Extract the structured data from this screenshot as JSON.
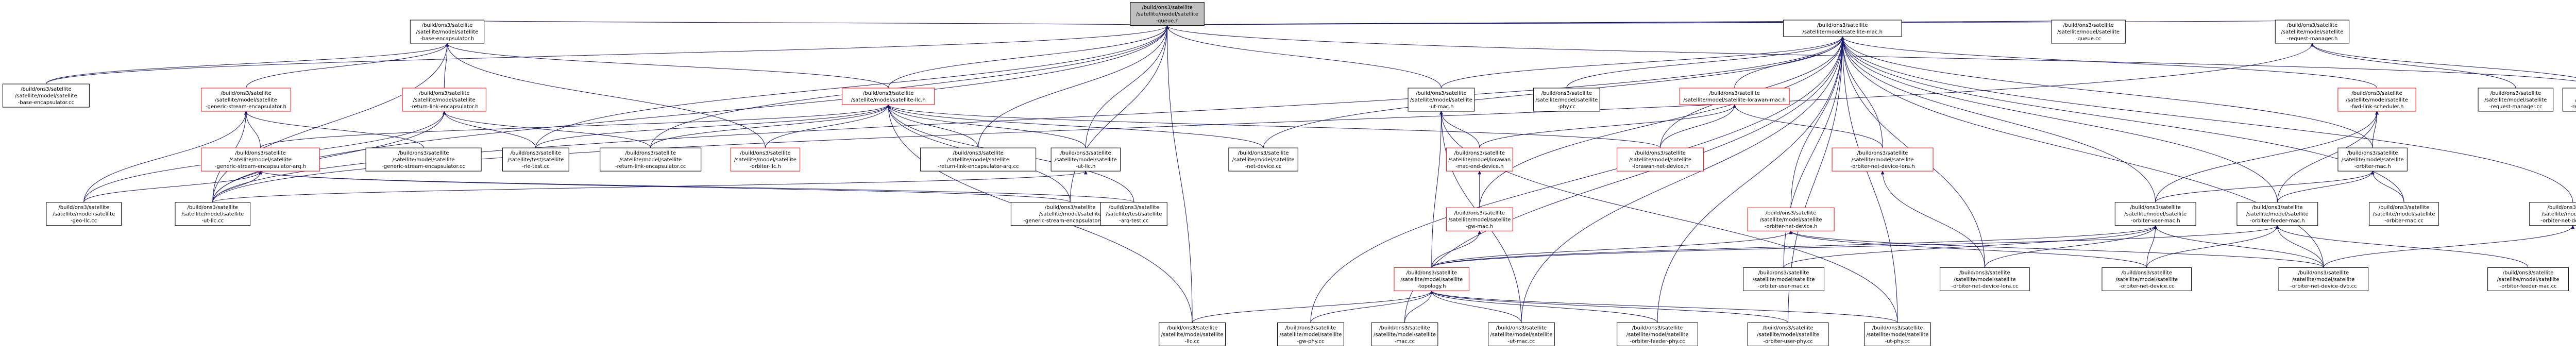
{
  "graph": {
    "colors": {
      "edge": "#191970",
      "root_fill": "#bfbfbf",
      "fill": "#ffffff",
      "border_black": "#000000",
      "border_red": "#ff0000"
    },
    "nodes": [
      {
        "id": "root",
        "lines": [
          "/build/ons3/satellite",
          "/satellite/model/satellite",
          "-queue.h"
        ],
        "root": true
      },
      {
        "id": "encap",
        "lines": [
          "/build/ons3/satellite",
          "/satellite/model/satellite",
          "-base-encapsulator.h"
        ]
      },
      {
        "id": "mac",
        "lines": [
          "/build/ons3/satellite",
          "/satellite/model/satellite-mac.h"
        ]
      },
      {
        "id": "queuecc",
        "lines": [
          "/build/ons3/satellite",
          "/satellite/model/satellite",
          "-queue.cc"
        ]
      },
      {
        "id": "reqmgr",
        "lines": [
          "/build/ons3/satellite",
          "/satellite/model/satellite",
          "-request-manager.h"
        ]
      },
      {
        "id": "encapcc",
        "lines": [
          "/build/ons3/satellite",
          "/satellite/model/satellite",
          "-base-encapsulator.cc"
        ]
      },
      {
        "id": "gsencap",
        "lines": [
          "/build/ons3/satellite",
          "/satellite/model/satellite",
          "-generic-stream-encapsulator.h"
        ],
        "red": true
      },
      {
        "id": "rlencap",
        "lines": [
          "/build/ons3/satellite",
          "/satellite/model/satellite",
          "-return-link-encapsulator.h"
        ],
        "red": true
      },
      {
        "id": "llc",
        "lines": [
          "/build/ons3/satellite",
          "/satellite/model/satellite-llc.h"
        ],
        "red": true
      },
      {
        "id": "utmac",
        "lines": [
          "/build/ons3/satellite",
          "/satellite/model/satellite",
          "-ut-mac.h"
        ]
      },
      {
        "id": "phycc",
        "lines": [
          "/build/ons3/satellite",
          "/satellite/model/satellite",
          "-phy.cc"
        ]
      },
      {
        "id": "lmac",
        "lines": [
          "/build/ons3/satellite",
          "/satellite/model/satellite-lorawan-mac.h"
        ],
        "red": true
      },
      {
        "id": "fwdsched",
        "lines": [
          "/build/ons3/satellite",
          "/satellite/model/satellite",
          "-fwd-link-scheduler.h"
        ],
        "red": true
      },
      {
        "id": "reqmgrcc",
        "lines": [
          "/build/ons3/satellite",
          "/satellite/model/satellite",
          "-request-manager.cc"
        ]
      },
      {
        "id": "reqtestcc",
        "lines": [
          "/build/ons3/satellite",
          "/satellite/test/satellite",
          "-request-manager-test.cc"
        ]
      },
      {
        "id": "gsencarq",
        "lines": [
          "/build/ons3/satellite",
          "/satellite/model/satellite",
          "-generic-stream-encapsulator-arq.h"
        ],
        "red": true
      },
      {
        "id": "gsenccc",
        "lines": [
          "/build/ons3/satellite",
          "/satellite/model/satellite",
          "-generic-stream-encapsulator.cc"
        ]
      },
      {
        "id": "rletestcc",
        "lines": [
          "/build/ons3/satellite",
          "/satellite/test/satellite",
          "-rle-test.cc"
        ]
      },
      {
        "id": "rlenccc",
        "lines": [
          "/build/ons3/satellite",
          "/satellite/model/satellite",
          "-return-link-encapsulator.cc"
        ]
      },
      {
        "id": "orbllc",
        "lines": [
          "/build/ons3/satellite",
          "/satellite/model/satellite",
          "-orbiter-llc.h"
        ],
        "red": true
      },
      {
        "id": "rlencarqcc",
        "lines": [
          "/build/ons3/satellite",
          "/satellite/model/satellite",
          "-return-link-encapsulator-arq.cc"
        ]
      },
      {
        "id": "utllc",
        "lines": [
          "/build/ons3/satellite",
          "/satellite/model/satellite",
          "-ut-llc.h"
        ]
      },
      {
        "id": "netdevcc",
        "lines": [
          "/build/ons3/satellite",
          "/satellite/model/satellite",
          "-net-device.cc"
        ]
      },
      {
        "id": "lendmac",
        "lines": [
          "/build/ons3/satellite",
          "/satellite/model/lorawan",
          "-mac-end-device.h"
        ],
        "red": true
      },
      {
        "id": "lnetdev",
        "lines": [
          "/build/ons3/satellite",
          "/satellite/model/satellite",
          "-lorawan-net-device.h"
        ],
        "red": true
      },
      {
        "id": "onetlora",
        "lines": [
          "/build/ons3/satellite",
          "/satellite/model/satellite",
          "-orbiter-net-device-lora.h"
        ],
        "red": true
      },
      {
        "id": "orbmac",
        "lines": [
          "/build/ons3/satellite",
          "/satellite/model/satellite",
          "-orbiter-mac.h"
        ]
      },
      {
        "id": "geoutllc",
        "lines": [
          "/build/ons3/satellite",
          "/satellite/model/satellite",
          "-geo-llc.cc"
        ]
      },
      {
        "id": "utllccc",
        "lines": [
          "/build/ons3/satellite",
          "/satellite/model/satellite",
          "-ut-llc.cc"
        ]
      },
      {
        "id": "gsencarqcc",
        "lines": [
          "/build/ons3/satellite",
          "/satellite/model/satellite",
          "-generic-stream-encapsulator-arq.cc"
        ]
      },
      {
        "id": "arqtestcc",
        "lines": [
          "/build/ons3/satellite",
          "/satellite/test/satellite",
          "-arq-test.cc"
        ]
      },
      {
        "id": "gwmac",
        "lines": [
          "/build/ons3/satellite",
          "/satellite/model/satellite",
          "-gw-mac.h"
        ],
        "red": true
      },
      {
        "id": "onetdev",
        "lines": [
          "/build/ons3/satellite",
          "/satellite/model/satellite",
          "-orbiter-net-device.h"
        ],
        "red": true
      },
      {
        "id": "oumac",
        "lines": [
          "/build/ons3/satellite",
          "/satellite/model/satellite",
          "-orbiter-user-mac.h"
        ]
      },
      {
        "id": "ofmac",
        "lines": [
          "/build/ons3/satellite",
          "/satellite/model/satellite",
          "-orbiter-feeder-mac.h"
        ]
      },
      {
        "id": "orbmaccc",
        "lines": [
          "/build/ons3/satellite",
          "/satellite/model/satellite",
          "-orbiter-mac.cc"
        ]
      },
      {
        "id": "ondvb",
        "lines": [
          "/build/ons3/satellite",
          "/satellite/model/satellite",
          "-orbiter-net-device-dvb.h"
        ]
      },
      {
        "id": "topology",
        "lines": [
          "/build/ons3/satellite",
          "/satellite/model/satellite",
          "-topology.h"
        ],
        "red": true
      },
      {
        "id": "oumaccc",
        "lines": [
          "/build/ons3/satellite",
          "/satellite/model/satellite",
          "-orbiter-user-mac.cc"
        ]
      },
      {
        "id": "ondlcc",
        "lines": [
          "/build/ons3/satellite",
          "/satellite/model/satellite",
          "-orbiter-net-device-lora.cc"
        ]
      },
      {
        "id": "ondcc",
        "lines": [
          "/build/ons3/satellite",
          "/satellite/model/satellite",
          "-orbiter-net-device.cc"
        ]
      },
      {
        "id": "ondvbcc",
        "lines": [
          "/build/ons3/satellite",
          "/satellite/model/satellite",
          "-orbiter-net-device-dvb.cc"
        ]
      },
      {
        "id": "ofmaccc",
        "lines": [
          "/build/ons3/satellite",
          "/satellite/model/satellite",
          "-orbiter-feeder-mac.cc"
        ]
      },
      {
        "id": "llccc",
        "lines": [
          "/build/ons3/satellite",
          "/satellite/model/satellite",
          "-llc.cc"
        ]
      },
      {
        "id": "gwphycc",
        "lines": [
          "/build/ons3/satellite",
          "/satellite/model/satellite",
          "-gw-phy.cc"
        ]
      },
      {
        "id": "maccc",
        "lines": [
          "/build/ons3/satellite",
          "/satellite/model/satellite",
          "-mac.cc"
        ]
      },
      {
        "id": "utmaccc",
        "lines": [
          "/build/ons3/satellite",
          "/satellite/model/satellite",
          "-ut-mac.cc"
        ]
      },
      {
        "id": "ofphycc",
        "lines": [
          "/build/ons3/satellite",
          "/satellite/model/satellite",
          "-orbiter-feeder-phy.cc"
        ]
      },
      {
        "id": "ouphycc",
        "lines": [
          "/build/ons3/satellite",
          "/satellite/model/satellite",
          "-orbiter-user-phy.cc"
        ]
      },
      {
        "id": "utphycc",
        "lines": [
          "/build/ons3/satellite",
          "/satellite/model/satellite",
          "-ut-phy.cc"
        ]
      }
    ],
    "edges": [
      [
        "encap",
        "root"
      ],
      [
        "mac",
        "root"
      ],
      [
        "queuecc",
        "root"
      ],
      [
        "reqmgr",
        "root"
      ],
      [
        "encapcc",
        "root"
      ],
      [
        "utmac",
        "root"
      ],
      [
        "llc",
        "root"
      ],
      [
        "rletestcc",
        "root"
      ],
      [
        "rlenccc",
        "root"
      ],
      [
        "rlencarqcc",
        "root"
      ],
      [
        "utllc",
        "root"
      ],
      [
        "utllccc",
        "root"
      ],
      [
        "gsencarqcc",
        "root"
      ],
      [
        "llccc",
        "root"
      ],
      [
        "reqtestcc",
        "root"
      ],
      [
        "encapcc",
        "encap"
      ],
      [
        "gsencap",
        "encap"
      ],
      [
        "rlencap",
        "encap"
      ],
      [
        "llc",
        "encap"
      ],
      [
        "orbllc",
        "encap"
      ],
      [
        "utllccc",
        "encap"
      ],
      [
        "gsencarq",
        "gsencap"
      ],
      [
        "gsenccc",
        "gsencap"
      ],
      [
        "geoutllc",
        "gsencap"
      ],
      [
        "utllccc",
        "gsencap"
      ],
      [
        "rletestcc",
        "rlencap"
      ],
      [
        "rlenccc",
        "rlencap"
      ],
      [
        "utllccc",
        "rlencap"
      ],
      [
        "geoutllc",
        "rlencap"
      ],
      [
        "geoutllc",
        "gsencarq"
      ],
      [
        "utllccc",
        "gsencarq"
      ],
      [
        "gsencarqcc",
        "gsencarq"
      ],
      [
        "arqtestcc",
        "gsencarq"
      ],
      [
        "gsencarq",
        "llc"
      ],
      [
        "rletestcc",
        "llc"
      ],
      [
        "rlenccc",
        "llc"
      ],
      [
        "orbllc",
        "llc"
      ],
      [
        "rlencarqcc",
        "llc"
      ],
      [
        "utllc",
        "llc"
      ],
      [
        "netdevcc",
        "llc"
      ],
      [
        "lnetdev",
        "llc"
      ],
      [
        "gsencarqcc",
        "llc"
      ],
      [
        "arqtestcc",
        "llc"
      ],
      [
        "llccc",
        "llc"
      ],
      [
        "utllccc",
        "utllc"
      ],
      [
        "utmac",
        "mac"
      ],
      [
        "phycc",
        "mac"
      ],
      [
        "lmac",
        "mac"
      ],
      [
        "fwdsched",
        "mac"
      ],
      [
        "netdevcc",
        "mac"
      ],
      [
        "lnetdev",
        "mac"
      ],
      [
        "onetlora",
        "mac"
      ],
      [
        "orbmac",
        "mac"
      ],
      [
        "gwmac",
        "mac"
      ],
      [
        "onetdev",
        "mac"
      ],
      [
        "oumac",
        "mac"
      ],
      [
        "ofmac",
        "mac"
      ],
      [
        "orbmaccc",
        "mac"
      ],
      [
        "ondvb",
        "mac"
      ],
      [
        "oumaccc",
        "mac"
      ],
      [
        "ondlcc",
        "mac"
      ],
      [
        "ondvbcc",
        "mac"
      ],
      [
        "maccc",
        "mac"
      ],
      [
        "gwphycc",
        "mac"
      ],
      [
        "utmaccc",
        "mac"
      ],
      [
        "ofphycc",
        "mac"
      ],
      [
        "ouphycc",
        "mac"
      ],
      [
        "utphycc",
        "mac"
      ],
      [
        "utllccc",
        "mac"
      ],
      [
        "lendmac",
        "utmac"
      ],
      [
        "topology",
        "utmac"
      ],
      [
        "utmaccc",
        "utmac"
      ],
      [
        "utphycc",
        "utmac"
      ],
      [
        "lendmac",
        "lmac"
      ],
      [
        "lnetdev",
        "lmac"
      ],
      [
        "onetlora",
        "lmac"
      ],
      [
        "gwmac",
        "lendmac"
      ],
      [
        "topology",
        "gwmac"
      ],
      [
        "orbmac",
        "fwdsched"
      ],
      [
        "oumac",
        "fwdsched"
      ],
      [
        "ofmac",
        "fwdsched"
      ],
      [
        "oumac",
        "orbmac"
      ],
      [
        "ofmac",
        "orbmac"
      ],
      [
        "orbmaccc",
        "orbmac"
      ],
      [
        "topology",
        "onetdev"
      ],
      [
        "ondcc",
        "onetdev"
      ],
      [
        "ondvbcc",
        "onetdev"
      ],
      [
        "ondlcc",
        "onetlora"
      ],
      [
        "topology",
        "oumac"
      ],
      [
        "oumaccc",
        "oumac"
      ],
      [
        "ondvbcc",
        "oumac"
      ],
      [
        "ondlcc",
        "oumac"
      ],
      [
        "ondcc",
        "oumac"
      ],
      [
        "topology",
        "ofmac"
      ],
      [
        "ofmaccc",
        "ofmac"
      ],
      [
        "ondvbcc",
        "ofmac"
      ],
      [
        "ondcc",
        "ofmac"
      ],
      [
        "ondvbcc",
        "ondvb"
      ],
      [
        "reqmgrcc",
        "reqmgr"
      ],
      [
        "reqtestcc",
        "reqmgr"
      ],
      [
        "utllccc",
        "reqmgr"
      ],
      [
        "llccc",
        "topology"
      ],
      [
        "gwphycc",
        "topology"
      ],
      [
        "maccc",
        "topology"
      ],
      [
        "utmaccc",
        "topology"
      ],
      [
        "ofphycc",
        "topology"
      ],
      [
        "ouphycc",
        "topology"
      ],
      [
        "utphycc",
        "topology"
      ]
    ]
  }
}
